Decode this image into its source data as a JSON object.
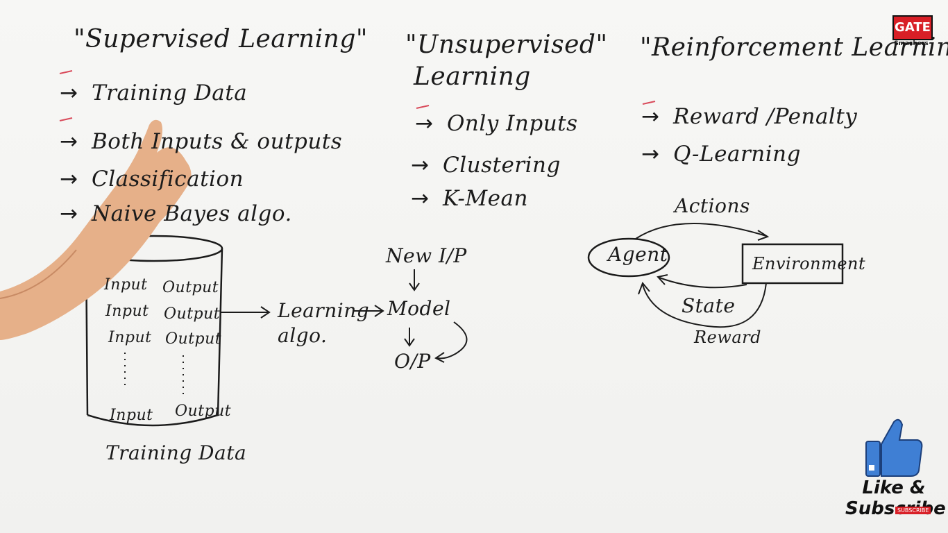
{
  "supervised": {
    "heading": "\"Supervised Learning\"",
    "bullets": [
      "Training Data",
      "Both Inputs & outputs",
      "Classification",
      "Naive Bayes algo."
    ],
    "cylinder_rows": [
      {
        "input": "Input",
        "output": "Output"
      },
      {
        "input": "Input",
        "output": "Output"
      },
      {
        "input": "Input",
        "output": "Output"
      },
      {
        "input": "Input",
        "output": "Output"
      }
    ],
    "cylinder_caption": "Training Data",
    "learning_algo": "Learning algo.",
    "new_input": "New I/P",
    "model": "Model",
    "output": "O/P"
  },
  "unsupervised": {
    "heading_line1": "\"Unsupervised\"",
    "heading_line2": "Learning",
    "bullets": [
      "Only Inputs",
      "Clustering",
      "K-Mean"
    ]
  },
  "reinforcement": {
    "heading": "\"Reinforcement Learning\"",
    "bullets": [
      "Reward /Penalty",
      "Q-Learning"
    ],
    "diagram": {
      "agent": "Agent",
      "environment": "Environment",
      "actions": "Actions",
      "state": "State",
      "reward": "Reward"
    }
  },
  "overlay": {
    "logo_text": "GATE",
    "logo_sub": "Smashers",
    "like_line1": "Like &",
    "like_line2": "Subscribe",
    "subscribe_badge": "SUBSCRIBE"
  },
  "colors": {
    "ink": "#1b1b1b",
    "underline_red": "#d94a5a",
    "thumb_blue": "#3f7fd4",
    "logo_red": "#d81f26",
    "skin": "#e9b48f"
  }
}
